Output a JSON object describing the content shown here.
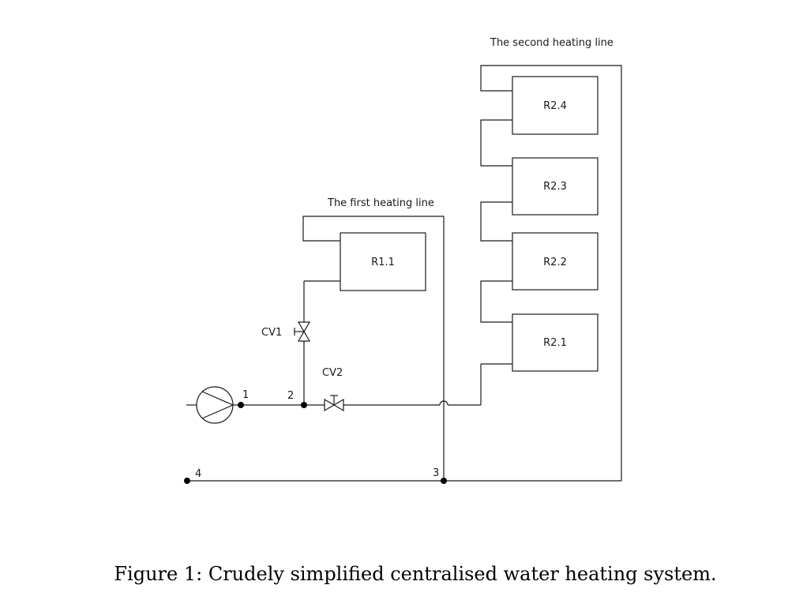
{
  "diagram": {
    "line_labels": {
      "first": "The first heating line",
      "second": "The second heating line"
    },
    "radiators": {
      "r11": "R1.1",
      "r21": "R2.1",
      "r22": "R2.2",
      "r23": "R2.3",
      "r24": "R2.4"
    },
    "valves": {
      "cv1": "CV1",
      "cv2": "CV2"
    },
    "nodes": {
      "n1": "1",
      "n2": "2",
      "n3": "3",
      "n4": "4"
    }
  },
  "caption": "Figure 1: Crudely simplified centralised water heating system."
}
